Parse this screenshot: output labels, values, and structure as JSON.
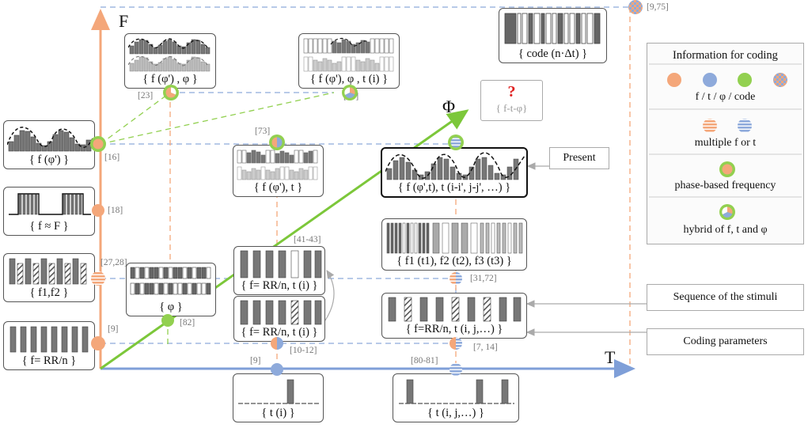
{
  "axes": {
    "frequency": "F",
    "time": "T",
    "phase": "Φ"
  },
  "nodes": {
    "code_n_dt": {
      "caption": "{ code (n·Δt) }",
      "ref": "[9,75]"
    },
    "f_phi_prime": {
      "caption": "{ f (φ') }",
      "ref": "[16]"
    },
    "f_approx_F": {
      "caption": "{ f ≈ F }",
      "ref": "[18]"
    },
    "f1_f2": {
      "caption": "{ f1,f2 }",
      "ref": "[27,28]"
    },
    "f_RR_n": {
      "caption": "{ f= RR/n }",
      "ref": "[9]"
    },
    "f_phi_prime_phi": {
      "caption": "{ f (φ') ,  φ  }",
      "ref": "[23]"
    },
    "f_phi_prime_phi_t": {
      "caption": "{ f (φ'), φ , t (i) }",
      "ref": "[25]"
    },
    "f_phi_prime_t": {
      "caption": "{ f (φ'), t }",
      "ref": "[73]"
    },
    "phi": {
      "caption": "{ φ }",
      "ref": "[82]"
    },
    "f_RR_n_t_i_a": {
      "caption": "{ f= RR/n, t (i) }",
      "ref": "[41-43]"
    },
    "f_RR_n_t_i_b": {
      "caption": "{ f= RR/n, t (i) }",
      "ref": "[10-12]"
    },
    "t_i": {
      "caption": "{ t (i) }",
      "ref": "[9]"
    },
    "present": {
      "caption": "{ f (φ',t), t (i-i', j-j', …) }"
    },
    "f1t1_f2t2_f3t3": {
      "caption": "{ f1 (t1),  f2 (t2),  f3 (t3) }",
      "ref": "[31,72]"
    },
    "f_RR_n_t_ij": {
      "caption": "{ f=RR/n, t (i, j,…) }",
      "ref": "[7, 14]"
    },
    "t_ij": {
      "caption": "{ t (i, j,…) }",
      "ref": "[80-81]"
    },
    "unknown": {
      "mark": "?",
      "caption": "{ f-t-φ}"
    }
  },
  "side_labels": {
    "present": "Present",
    "sequence": "Sequence  of the stimuli",
    "coding_params": "Coding parameters"
  },
  "legend": {
    "title": "Information for coding",
    "items": [
      {
        "label": "f / t / φ / code"
      },
      {
        "label": "multiple f or t"
      },
      {
        "label": "phase-based frequency"
      },
      {
        "label": "hybrid of f, t and φ"
      }
    ]
  },
  "colors": {
    "frequency": "#f4a77a",
    "time": "#8eaadb",
    "phase": "#92d050",
    "axis_frequency": "#f4a77a",
    "axis_time": "#7f9fd8",
    "axis_phase": "#7cc73a",
    "question": "#e02020"
  }
}
